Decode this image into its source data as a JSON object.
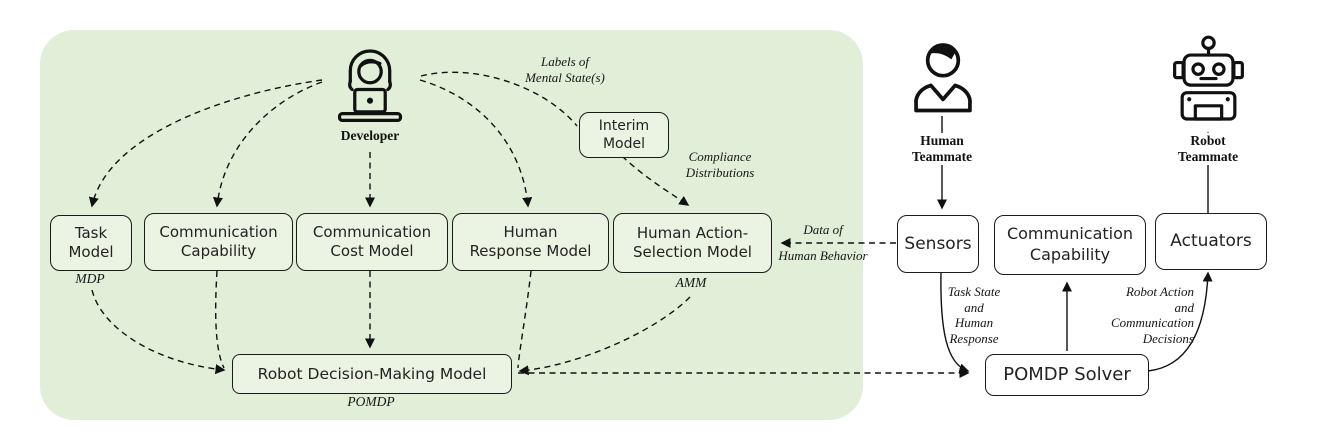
{
  "colors": {
    "panel_bg": "#e1eed8",
    "box_green": "#ebf3e3",
    "line": "#1b1b1b",
    "ink": "#232323"
  },
  "actors": {
    "developer": "Developer",
    "human": {
      "l1": "Human",
      "l2": "Teammate"
    },
    "robot": {
      "l1": "Robot",
      "l2": "Teammate"
    }
  },
  "models": {
    "task": {
      "l1": "Task",
      "l2": "Model",
      "tag": "MDP"
    },
    "comm_capability": {
      "l1": "Communication",
      "l2": "Capability"
    },
    "comm_cost": {
      "l1": "Communication",
      "l2": "Cost Model"
    },
    "human_response": {
      "l1": "Human",
      "l2": "Response Model"
    },
    "human_action": {
      "l1": "Human Action-",
      "l2": "Selection Model",
      "tag": "AMM"
    },
    "interim": {
      "l1": "Interim",
      "l2": "Model"
    },
    "rdm": {
      "label": "Robot Decision-Making Model",
      "tag": "POMDP"
    }
  },
  "online": {
    "sensors": "Sensors",
    "comm_capability": {
      "l1": "Communication",
      "l2": "Capability"
    },
    "actuators": "Actuators",
    "solver": "POMDP Solver"
  },
  "annotations": {
    "labels_mental": {
      "l1": "Labels of",
      "l2": "Mental State(s)"
    },
    "compliance": {
      "l1": "Compliance",
      "l2": "Distributions"
    },
    "data_of": {
      "l1": "Data of",
      "l2": "Human Behavior"
    },
    "task_state": {
      "l1": "Task State",
      "l2": "and",
      "l3": "Human",
      "l4": "Response"
    },
    "robot_action": {
      "l1": "Robot Action",
      "l2": "and",
      "l3": "Communication",
      "l4": "Decisions"
    }
  }
}
